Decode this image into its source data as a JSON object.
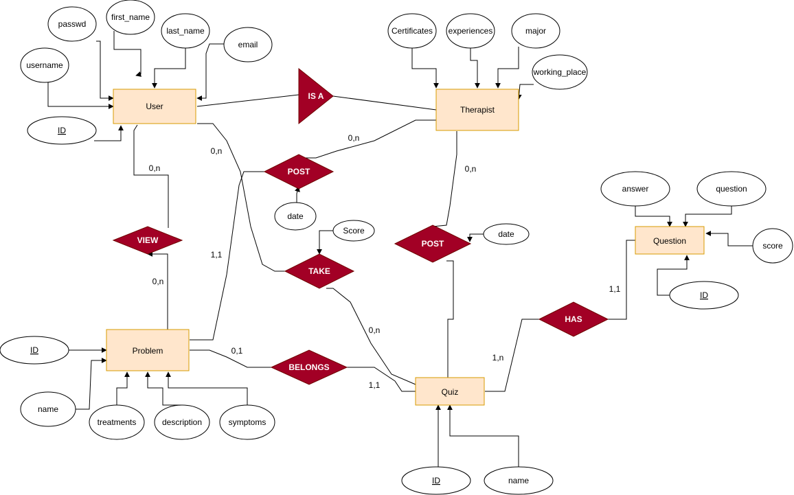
{
  "entities": {
    "user": "User",
    "therapist": "Therapist",
    "problem": "Problem",
    "quiz": "Quiz",
    "question": "Question"
  },
  "relationships": {
    "is_a": "IS A",
    "post_top": "POST",
    "view": "VIEW",
    "take": "TAKE",
    "post_quiz": "POST",
    "has": "HAS",
    "belongs": "BELONGS"
  },
  "attributes": {
    "user_passwd": "passwd",
    "user_first_name": "first_name",
    "user_last_name": "last_name",
    "user_email": "email",
    "user_username": "username",
    "user_id": "ID",
    "therapist_certificates": "Certificates",
    "therapist_experiences": "experiences",
    "therapist_major": "major",
    "therapist_working_place": "working_place",
    "post_date": "date",
    "take_score": "Score",
    "post_quiz_date": "date",
    "question_answer": "answer",
    "question_question": "question",
    "question_score": "score",
    "question_id": "ID",
    "problem_id": "ID",
    "problem_name": "name",
    "problem_treatments": "treatments",
    "problem_description": "description",
    "problem_symptoms": "symptoms",
    "quiz_id": "ID",
    "quiz_name": "name"
  },
  "cardinalities": {
    "therapist_post": "0,n",
    "user_take": "0,n",
    "user_view": "0,n",
    "therapist_post_quiz": "0,n",
    "problem_post": "1,1",
    "problem_view": "0,n",
    "question_has": "1,1",
    "take_quiz": "0,n",
    "problem_belongs": "0,1",
    "quiz_has": "1,n",
    "belongs_quiz": "1,1"
  }
}
